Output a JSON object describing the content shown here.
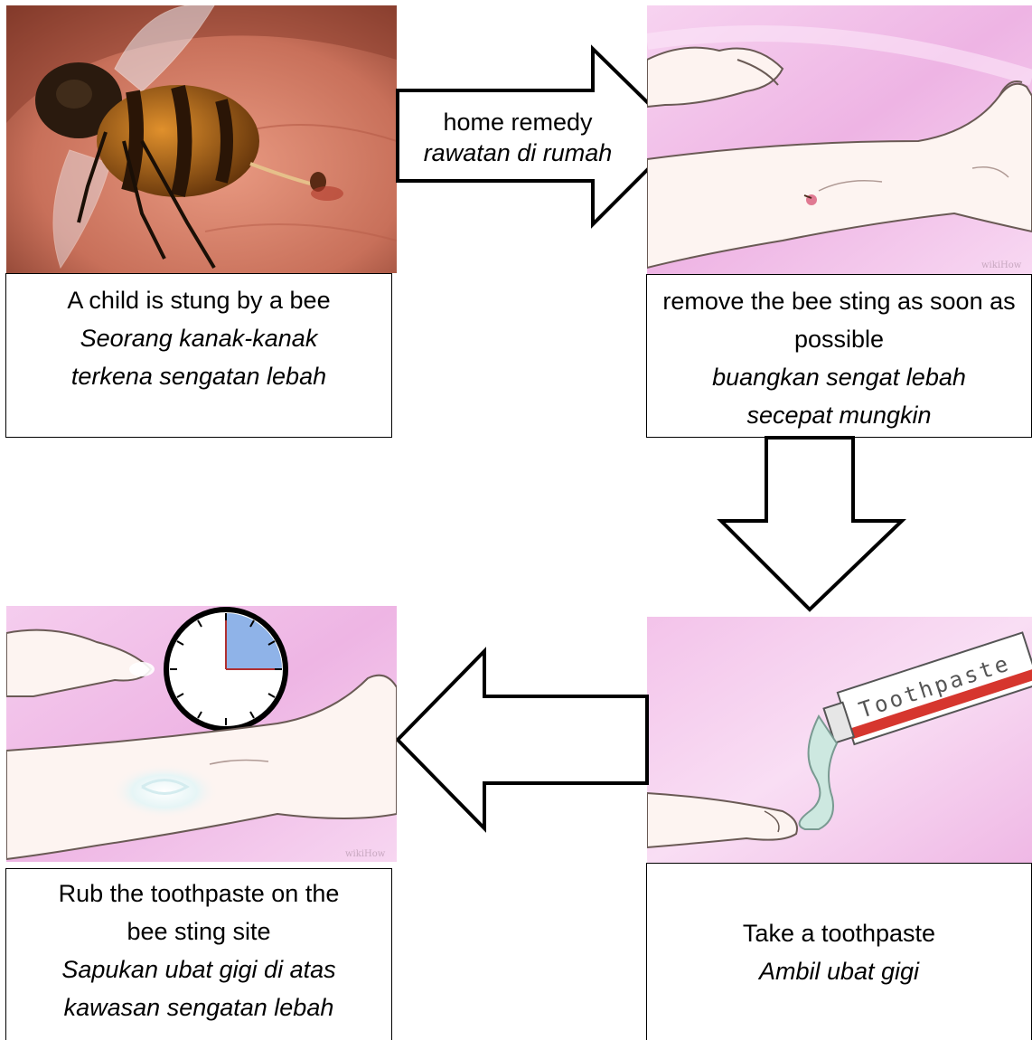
{
  "steps": [
    {
      "image": "bee-stinging-skin",
      "en": "A child is stung by a bee",
      "ms": "Seorang kanak-kanak terkena sengatan lebah"
    },
    {
      "image": "arm-with-sting-mark",
      "en": "remove the bee sting as soon as possible",
      "ms": "buangkan sengat lebah secepat mungkin"
    },
    {
      "image": "toothpaste-tube-on-hand",
      "en": "Take a toothpaste",
      "ms": "Ambil ubat gigi"
    },
    {
      "image": "arm-with-toothpaste-and-clock",
      "en": "Rub the toothpaste on the bee sting site",
      "ms": "Sapukan ubat gigi di atas kawasan sengatan lebah"
    }
  ],
  "arrow_label": {
    "en": "home remedy",
    "ms": "rawatan di rumah"
  },
  "image_texts": {
    "toothpaste_tube": "Toothpaste",
    "watermark": "wikiHow"
  },
  "colors": {
    "bee_skin": "#d9826a",
    "pink_bg": "#f3c3ea",
    "clock_fill": "#8fb3e8",
    "tube_stripe": "#d6362e"
  }
}
